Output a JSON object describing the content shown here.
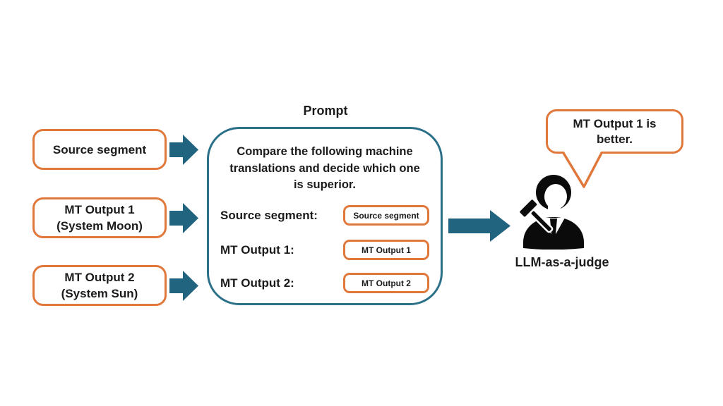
{
  "accents": {
    "orange": "#E0783C",
    "teal": "#21647F",
    "teal_border": "#2B7089"
  },
  "inputs": [
    {
      "label": "Source segment"
    },
    {
      "label": "MT Output 1\n(System Moon)"
    },
    {
      "label": "MT Output 2\n(System Sun)"
    }
  ],
  "prompt": {
    "title": "Prompt",
    "instruction": "Compare the following machine\ntranslations and decide which one\nis superior.",
    "rows": [
      {
        "label": "Source segment:",
        "value": "Source segment"
      },
      {
        "label": "MT Output 1:",
        "value": "MT Output 1"
      },
      {
        "label": "MT Output 2:",
        "value": "MT Output 2"
      }
    ]
  },
  "judge": {
    "label": "LLM-as-a-judge",
    "verdict": "MT Output 1 is\nbetter."
  },
  "icons": {
    "input_arrows": "arrow-right-icon",
    "judge_icon": "person-with-gavel-icon",
    "bubble_tail": "speech-bubble-tail"
  }
}
